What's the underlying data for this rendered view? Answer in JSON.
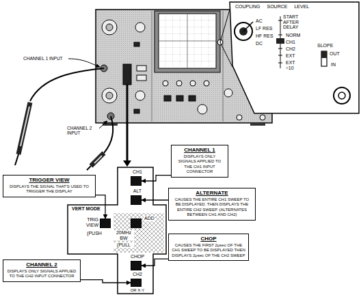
{
  "diagram": {
    "nodes": [
      {
        "text": [
          "COUPLING SOURCE LEVEL",
          "AC",
          "LF RES",
          "HF RES",
          "DC",
          "START AFTER DELAY",
          "NORM",
          "CH1",
          "CH2",
          "EXT",
          "EXT ÷10",
          "SLOPE",
          "OUT",
          "IN"
        ]
      },
      {
        "text": [
          "CHANNEL 1",
          "DISPLAYS ONLY SIGNALS APPLIED TO THE CH1 INPUT CONNECTOR"
        ]
      },
      {
        "text": [
          "TRIGGER VIEW",
          "DISPLAYS THE SIGNAL THAT'S USED TO TRIGGER THE DISPLAY"
        ]
      },
      {
        "text": [
          "VERT MODE"
        ]
      },
      {
        "text": [
          "CH1"
        ],
        "in": 3
      },
      {
        "text": [
          "ALT"
        ],
        "in": 3
      },
      {
        "text": [
          "TRIG VIEW",
          "(PUSH"
        ],
        "in": 3
      },
      {
        "text": [
          "ADD",
          "20MHz BW",
          "(PULL"
        ],
        "in": 3
      },
      {
        "text": [
          "CHOP"
        ],
        "in": 3
      },
      {
        "text": [
          "CH2",
          "OR X-Y"
        ],
        "in": 3
      },
      {
        "text": [
          "ALTERNATE",
          "CAUSES THE ENTIRE CH1 SWEEP TO BE DISPLAYED. THEN DISPLAYS THE ENTIRE CH2 SWEEP. (ALTERNATES BETWEEN CH1 AND CH2)"
        ]
      },
      {
        "text": [
          "CHOP",
          "CAUSES THE FIRST 2μsec OF THE CH1 SWEEP TO BE DISPLAYED THEN DISPLAYS 2μsec OF THE CH2 SWEEP"
        ]
      },
      {
        "text": [
          "CHANNEL 2",
          "DISPLAYS ONLY SIGNALS APPLIED TO THE CH2 INPUT CONNECTOR"
        ]
      }
    ],
    "edges": [
      {
        "from": 1,
        "to": 4,
        "arrow": "to"
      },
      {
        "from": 10,
        "to": 5,
        "arrow": "to"
      },
      {
        "from": 2,
        "to": 6,
        "arrow": "to"
      },
      {
        "from": 11,
        "to": 8,
        "arrow": "to"
      },
      {
        "from": 12,
        "to": 9,
        "arrow": "to"
      }
    ],
    "labels": [
      "CHANNEL 1 INPUT",
      "CHANNEL 2 INPUT"
    ]
  }
}
